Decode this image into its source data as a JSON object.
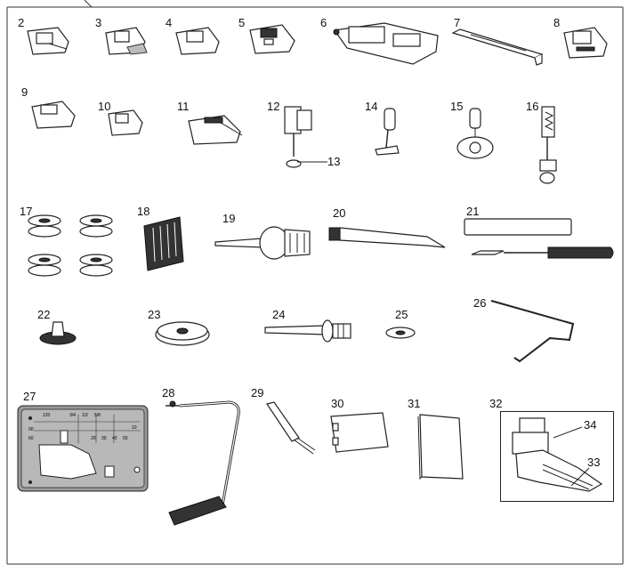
{
  "accessories": [
    {
      "number": "2",
      "icon": "foot-2-icon"
    },
    {
      "number": "3",
      "icon": "foot-3-icon"
    },
    {
      "number": "4",
      "icon": "foot-4-icon"
    },
    {
      "number": "5",
      "icon": "foot-5-icon"
    },
    {
      "number": "6",
      "icon": "foot-6-icon"
    },
    {
      "number": "7",
      "icon": "guide-7-icon"
    },
    {
      "number": "8",
      "icon": "foot-8-icon"
    },
    {
      "number": "9",
      "icon": "foot-9-icon"
    },
    {
      "number": "10",
      "icon": "foot-10-icon"
    },
    {
      "number": "11",
      "icon": "foot-11-icon"
    },
    {
      "number": "12",
      "icon": "foot-12-icon"
    },
    {
      "number": "13",
      "icon": "pointer-13-icon"
    },
    {
      "number": "14",
      "icon": "foot-14-icon"
    },
    {
      "number": "15",
      "icon": "foot-15-icon"
    },
    {
      "number": "16",
      "icon": "foot-16-icon"
    },
    {
      "number": "17",
      "icon": "bobbins-icon"
    },
    {
      "number": "18",
      "icon": "needle-pack-icon"
    },
    {
      "number": "19",
      "icon": "screwdriver-icon"
    },
    {
      "number": "20",
      "icon": "lint-brush-icon"
    },
    {
      "number": "21",
      "icon": "seam-ripper-icon"
    },
    {
      "number": "22",
      "icon": "spool-cap-small-icon"
    },
    {
      "number": "23",
      "icon": "spool-cap-large-icon"
    },
    {
      "number": "24",
      "icon": "spool-pin-icon"
    },
    {
      "number": "25",
      "icon": "spool-felt-icon"
    },
    {
      "number": "26",
      "icon": "quilting-guide-icon"
    },
    {
      "number": "27",
      "icon": "needle-plate-icon"
    },
    {
      "number": "28",
      "icon": "knee-lifter-icon"
    },
    {
      "number": "29",
      "icon": "twin-needle-icon"
    },
    {
      "number": "30",
      "icon": "accessory-case-icon"
    },
    {
      "number": "31",
      "icon": "instruction-book-icon"
    },
    {
      "number": "32",
      "icon": "walking-foot-icon"
    },
    {
      "number": "33",
      "icon": "pointer-33-icon"
    },
    {
      "number": "34",
      "icon": "pointer-34-icon"
    }
  ],
  "needle_plate_marks": [
    "120",
    "3/4",
    "1/2",
    "5/8",
    "10",
    "20",
    "30",
    "40",
    "50",
    "60",
    "90"
  ]
}
